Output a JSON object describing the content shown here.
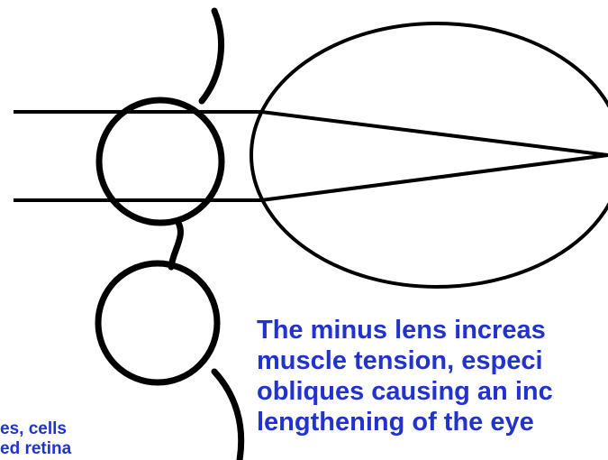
{
  "captions": {
    "main_lines": [
      "The minus lens increas",
      "muscle tension, especi",
      "obliques causing an inc",
      "lengthening of the eye"
    ],
    "left_lines": [
      "es, cells",
      "ed retina"
    ]
  },
  "colors": {
    "stroke": "#000000",
    "caption_text": "#2233cc",
    "background": "#ffffff"
  }
}
